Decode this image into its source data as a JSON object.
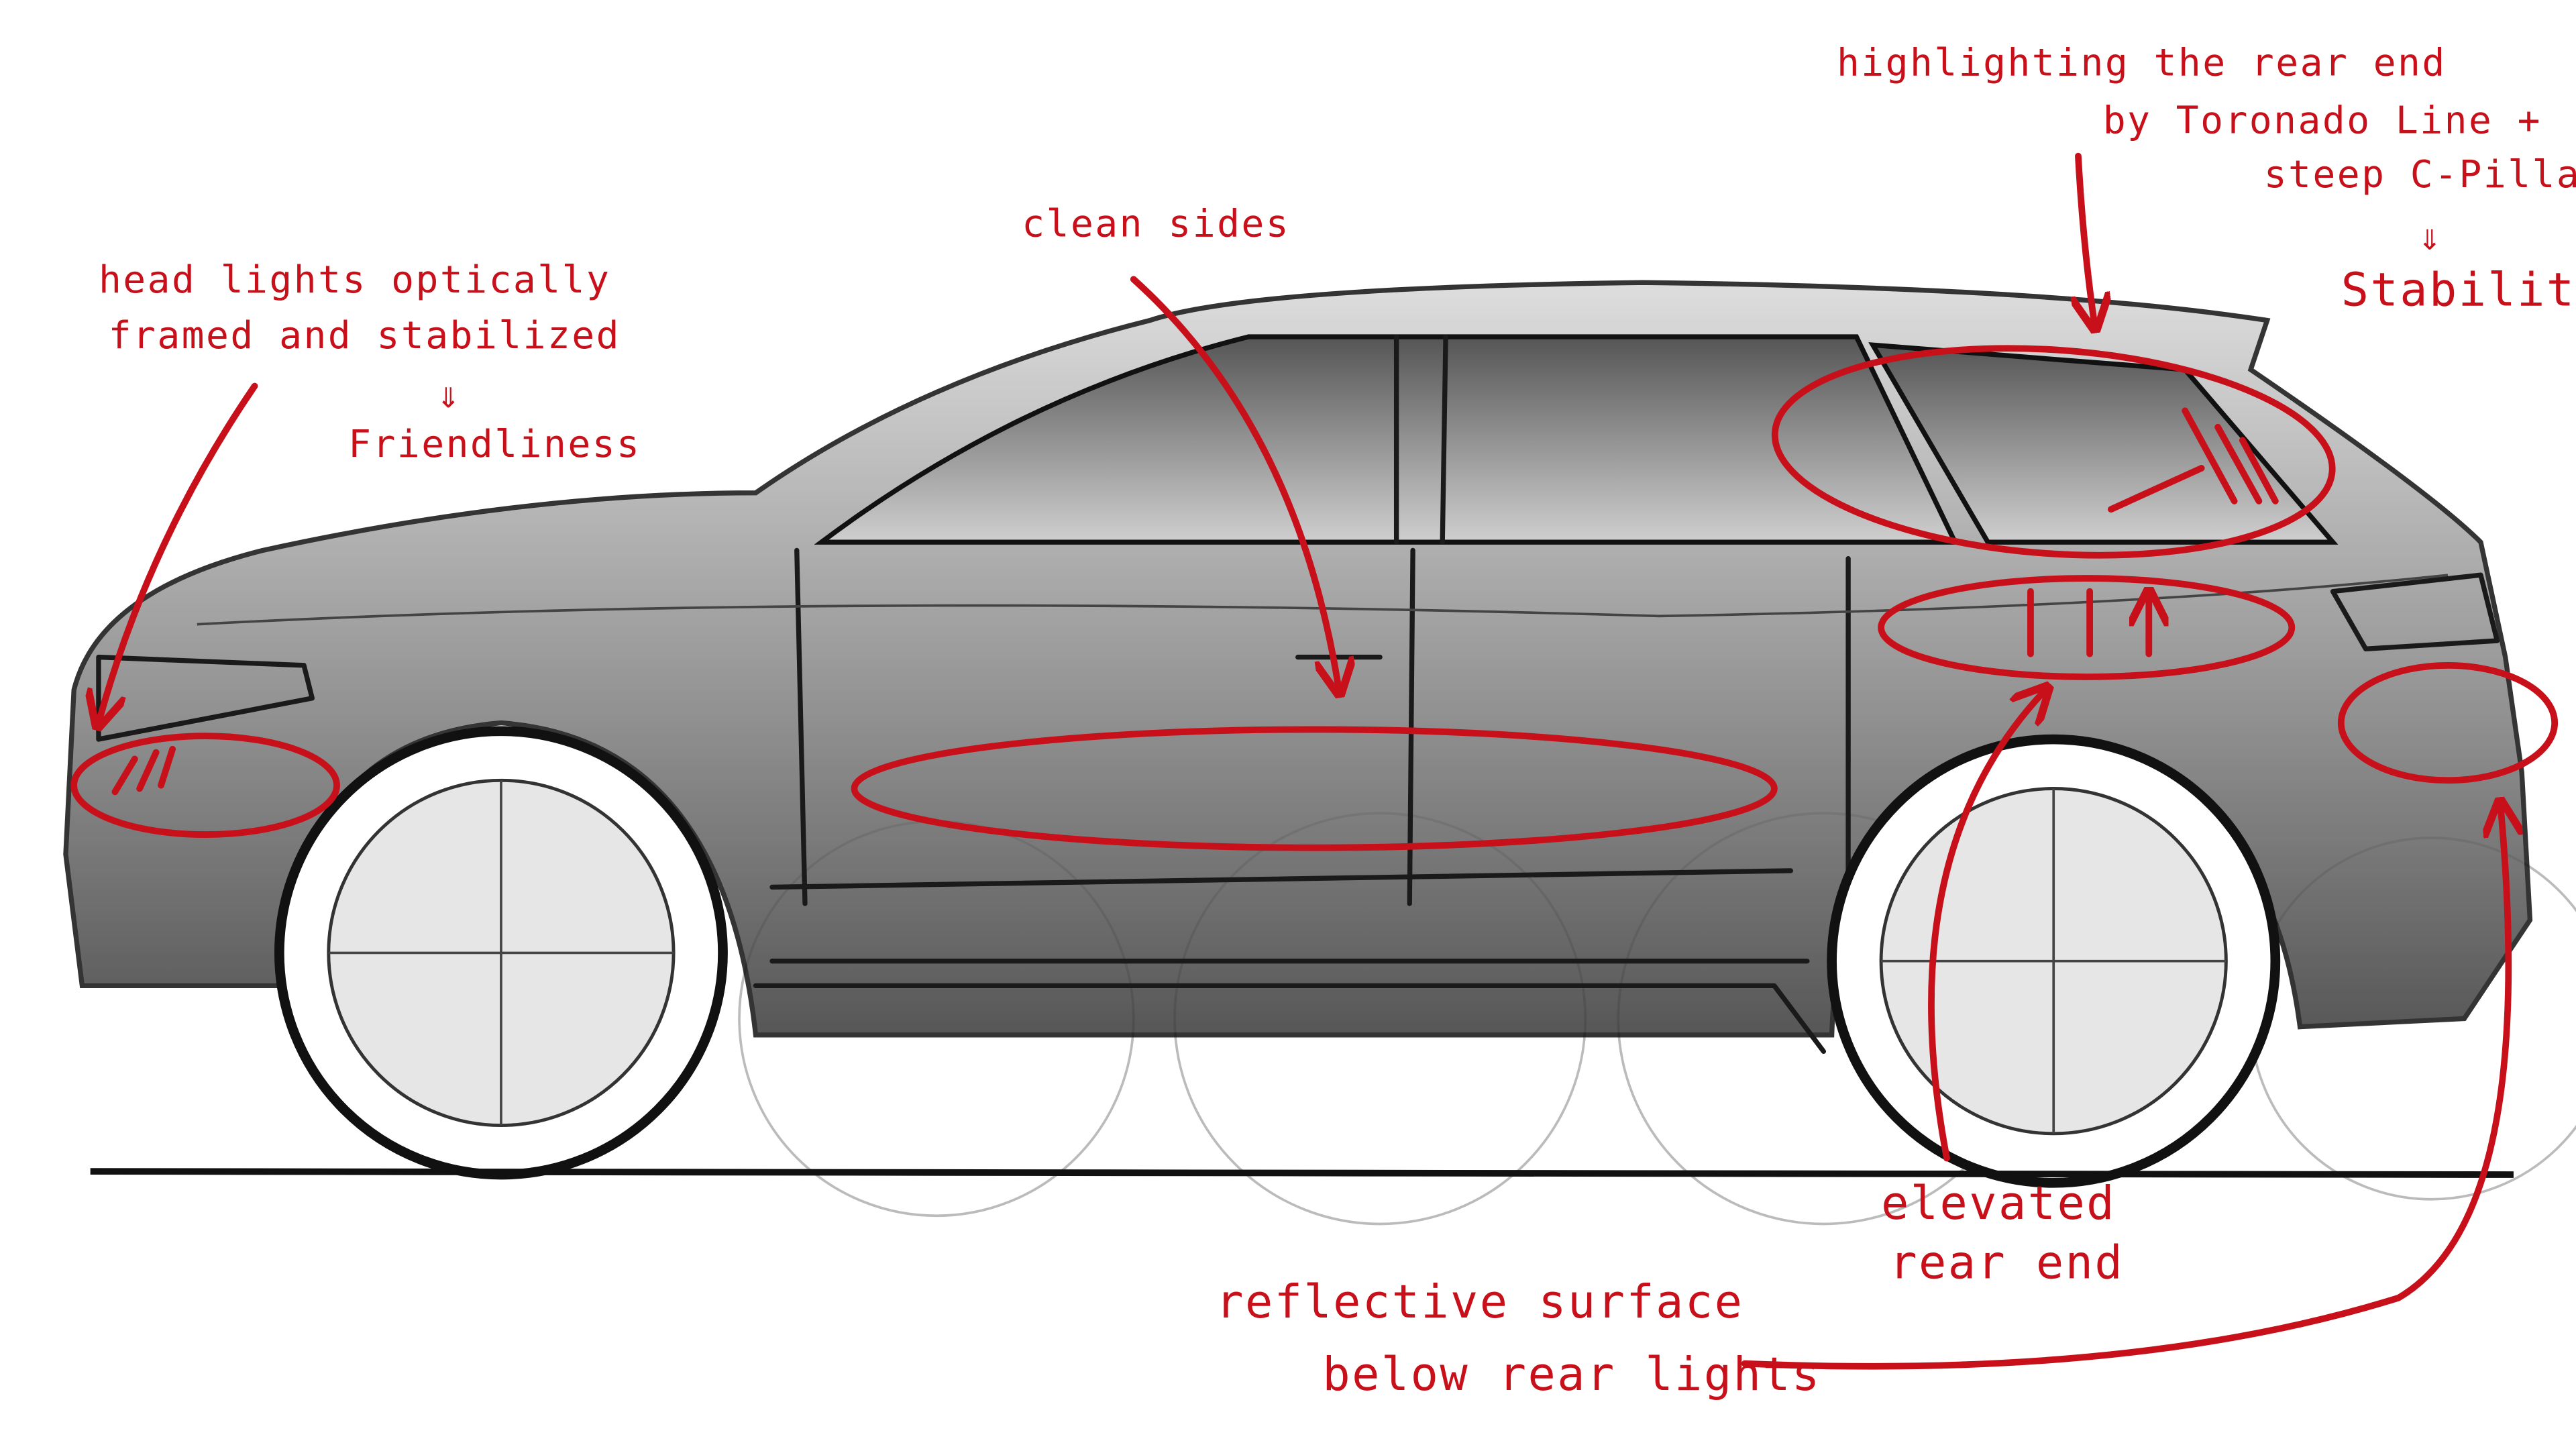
{
  "colors": {
    "annotation": "#c8101a",
    "pencil": "#1a1a1a",
    "background": "#ffffff"
  },
  "annotations": {
    "headlights": {
      "line1": "head lights optically",
      "line2": "framed and stabilized",
      "implies": "⇓",
      "result": "Friendliness"
    },
    "sides": {
      "text": "clean sides"
    },
    "rear": {
      "line1": "highlighting the rear end",
      "line2": "by Toronado Line +",
      "line3": "steep C-Pillar",
      "implies": "⇓",
      "result": "Stability"
    },
    "elevated": {
      "line1": "elevated",
      "line2": "rear end"
    },
    "reflective": {
      "line1": "reflective surface",
      "line2": "below rear lights"
    }
  }
}
